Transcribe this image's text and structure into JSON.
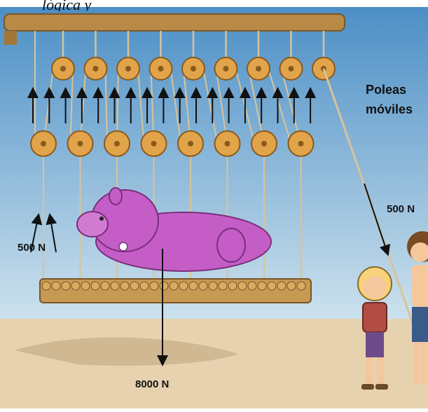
{
  "caption": "lógica      y",
  "labels": {
    "title_line1": "Poleas",
    "title_line2": "móviles",
    "force_right": "500 N",
    "force_left": "500 N",
    "weight": "8000 N"
  },
  "colors": {
    "sky_top": "#4c8fc6",
    "sky_bottom": "#cfe3ee",
    "ground": "#e7d2b0",
    "beam": "#b98a47",
    "pulley": "#e2a44a",
    "rope": "#d8c39a",
    "hippo": "#c45ec6",
    "arrow": "#111111"
  },
  "diagram": {
    "top_pulley_count": 9,
    "bottom_pulley_count": 8,
    "upward_arrow_count": 18
  }
}
